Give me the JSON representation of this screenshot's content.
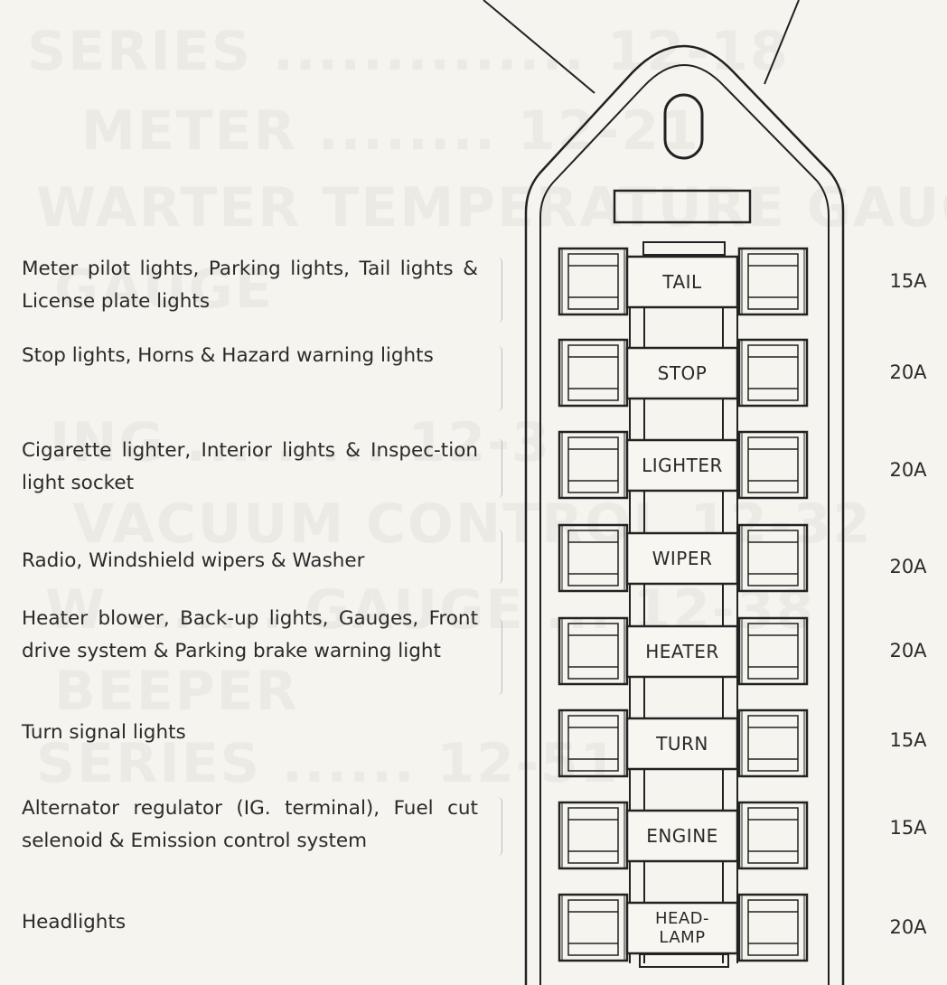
{
  "fuses": [
    {
      "label": "TAIL",
      "rating": "15A",
      "circuit": "Meter pilot lights, Parking lights, Tail lights & License plate lights"
    },
    {
      "label": "STOP",
      "rating": "20A",
      "circuit": "Stop lights, Horns & Hazard warning lights"
    },
    {
      "label": "LIGHTER",
      "rating": "20A",
      "circuit": "Cigarette lighter, Interior lights & Inspec-tion light socket"
    },
    {
      "label": "WIPER",
      "rating": "20A",
      "circuit": "Radio, Windshield wipers & Washer"
    },
    {
      "label": "HEATER",
      "rating": "20A",
      "circuit": "Heater blower, Back-up lights, Gauges, Front drive system & Parking brake warning light"
    },
    {
      "label": "TURN",
      "rating": "15A",
      "circuit": "Turn signal lights"
    },
    {
      "label": "ENGINE",
      "rating": "15A",
      "circuit": "Alternator regulator (IG. terminal), Fuel cut selenoid & Emission control system"
    },
    {
      "label": "HEAD-LAMP",
      "label_lines": [
        "HEAD-",
        "LAMP"
      ],
      "rating": "20A",
      "circuit": "Headlights"
    }
  ],
  "colors": {
    "ink": "#222222",
    "paper": "#f5f4ef",
    "bracket": "#bbbbbb"
  }
}
